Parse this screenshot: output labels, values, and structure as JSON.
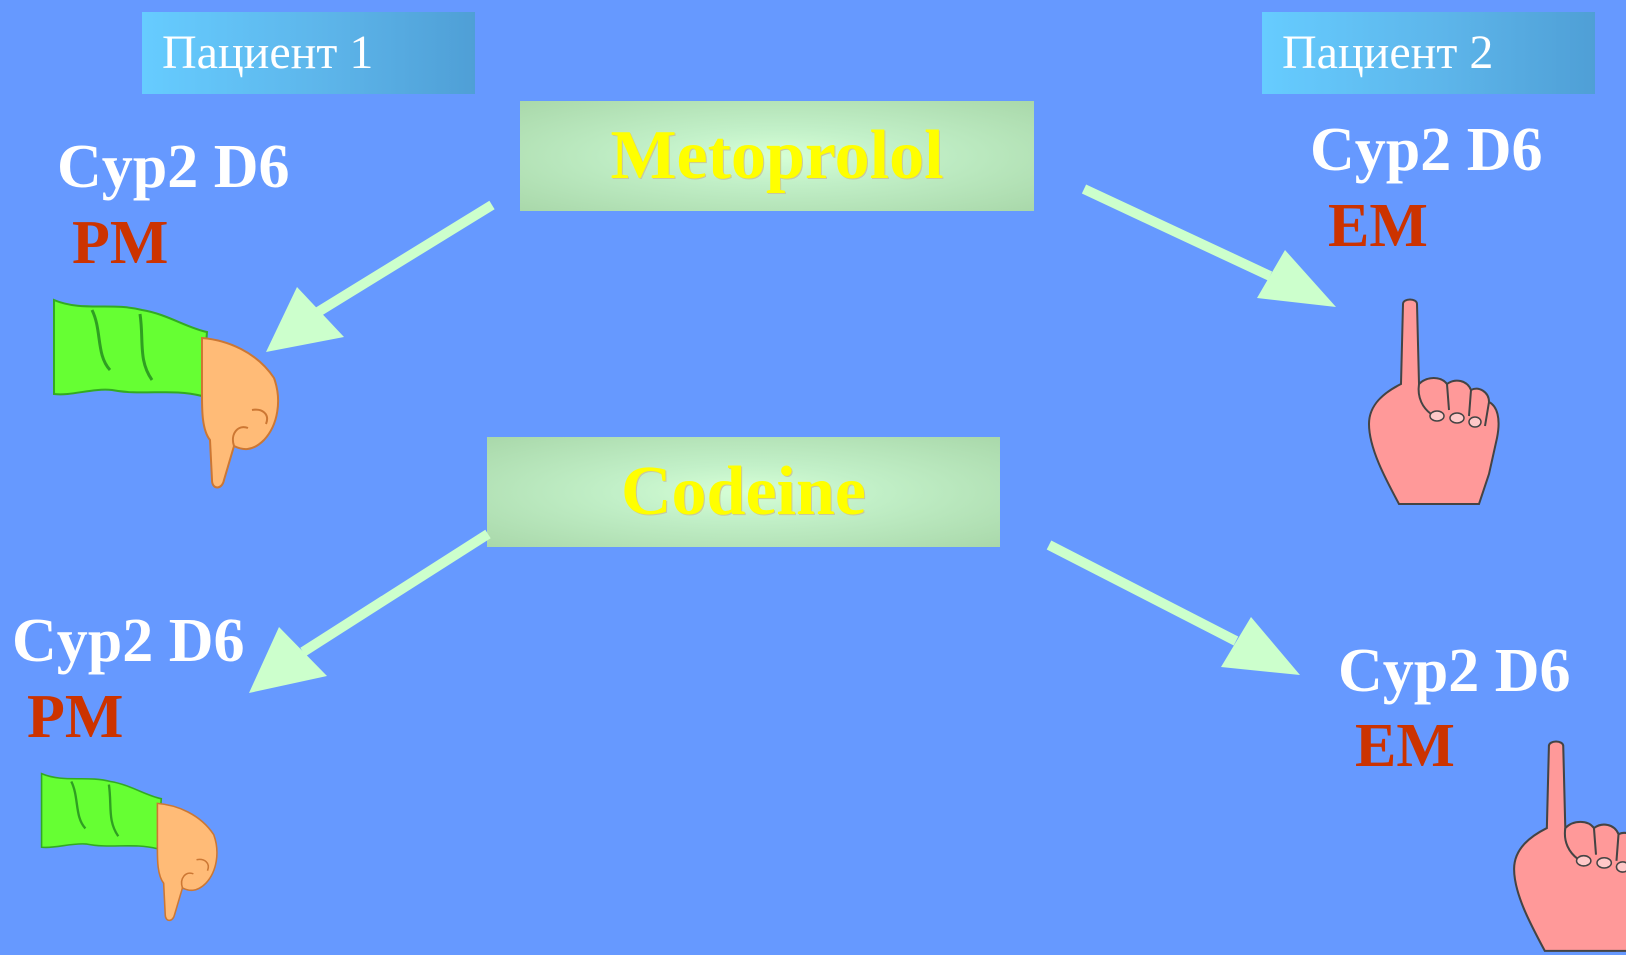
{
  "patients": [
    {
      "label": "Пациент 1"
    },
    {
      "label": "Пациент 2"
    }
  ],
  "drugs": [
    {
      "name": "Metoprolol"
    },
    {
      "name": "Codeine"
    }
  ],
  "outcomes": {
    "p1_metoprolol": {
      "gene": "Cyp2 D6",
      "phenotype": "PM",
      "icon": "thumbs-down-icon"
    },
    "p2_metoprolol": {
      "gene": "Cyp2 D6",
      "phenotype": "EM",
      "icon": "raised-index-finger-icon"
    },
    "p1_codeine": {
      "gene": "Cyp2 D6",
      "phenotype": "PM",
      "icon": "thumbs-down-icon"
    },
    "p2_codeine": {
      "gene": "Cyp2 D6",
      "phenotype": "EM",
      "icon": "raised-index-finger-icon"
    }
  },
  "colors": {
    "background": "#6699ff",
    "arrow": "#ccffcc",
    "drug_text": "#ffff00",
    "phenotype_text": "#cc3300",
    "sleeve": "#66ff33",
    "hand_down": "#ffbb77",
    "hand_up": "#ff9999"
  }
}
